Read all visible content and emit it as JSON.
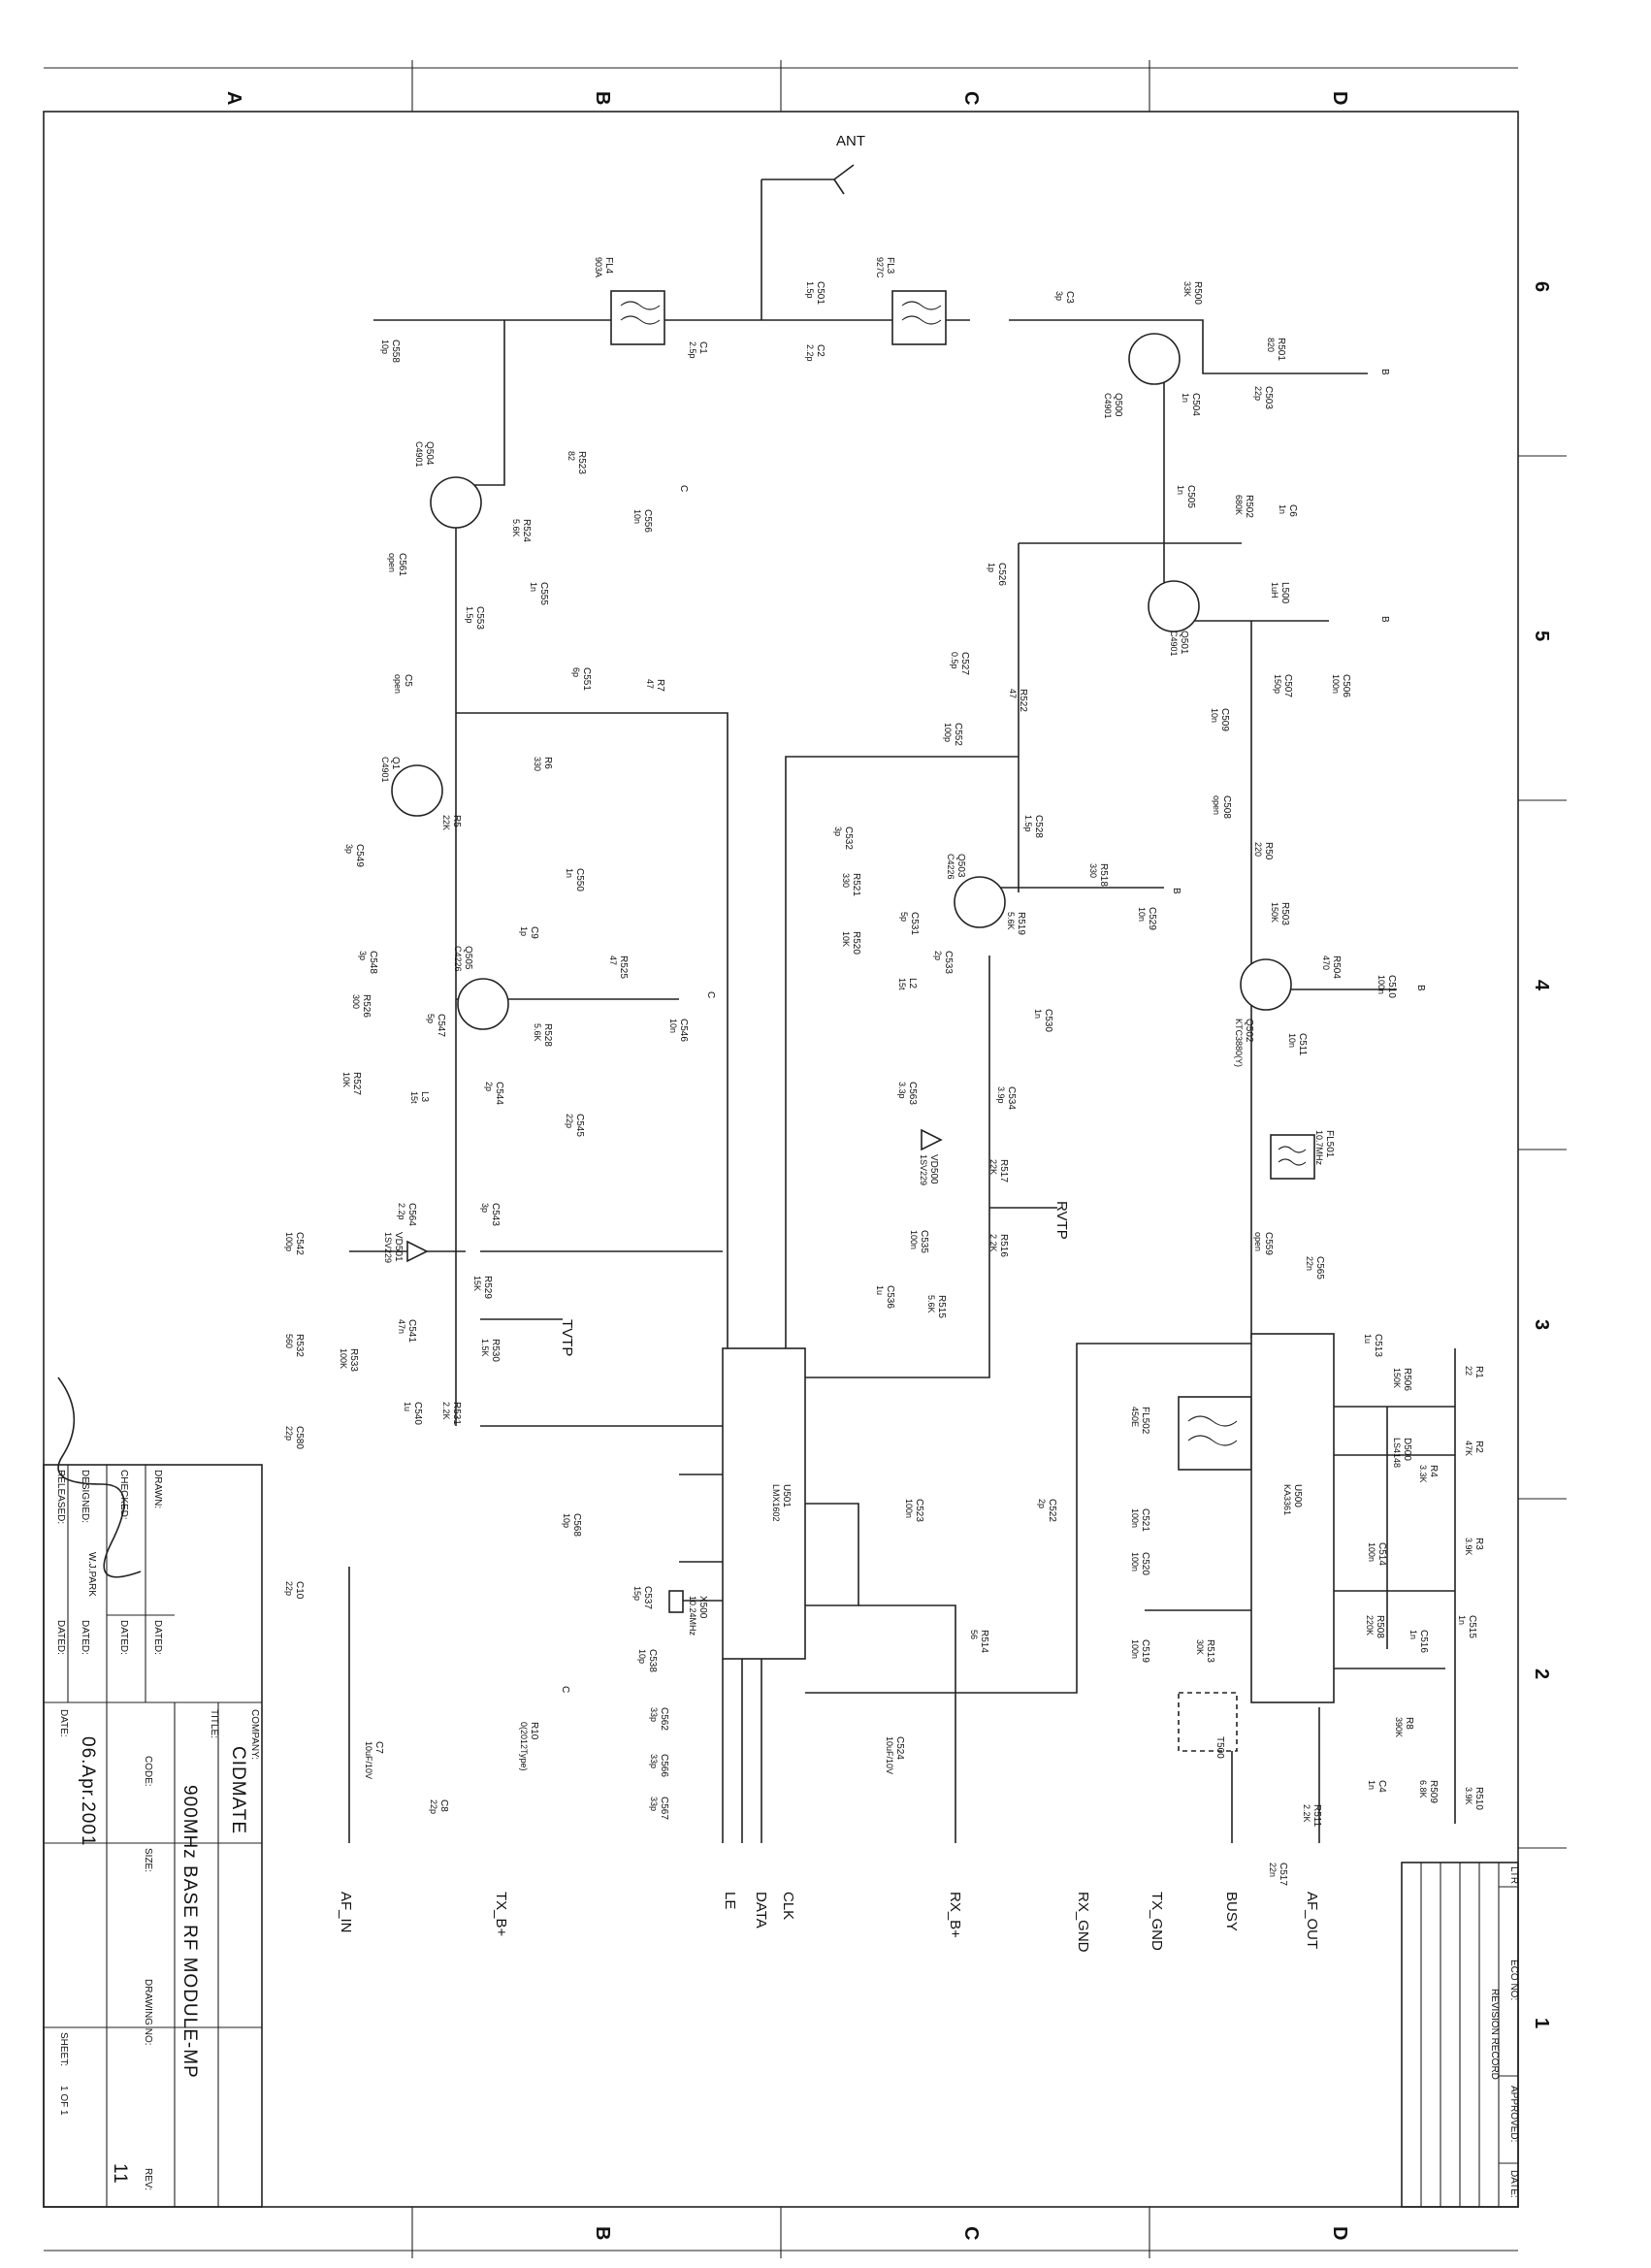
{
  "zones": {
    "letters": [
      "A",
      "B",
      "C",
      "D"
    ],
    "numbers": [
      "6",
      "5",
      "4",
      "3",
      "2",
      "1"
    ]
  },
  "antenna": "ANT",
  "components": [
    {
      "ref": "FL4",
      "value": "903A"
    },
    {
      "ref": "FL3",
      "value": "927C"
    },
    {
      "ref": "C1",
      "value": "2.5p"
    },
    {
      "ref": "C501",
      "value": "1.5p"
    },
    {
      "ref": "C2",
      "value": "2.2p"
    },
    {
      "ref": "C3",
      "value": "3p"
    },
    {
      "ref": "R500",
      "value": "33K"
    },
    {
      "ref": "R501",
      "value": "820"
    },
    {
      "ref": "C503",
      "value": "22p"
    },
    {
      "ref": "Q500",
      "value": "C4901"
    },
    {
      "ref": "C504",
      "value": "1n"
    },
    {
      "ref": "C505",
      "value": "1n"
    },
    {
      "ref": "R502",
      "value": "680K"
    },
    {
      "ref": "C6",
      "value": "1n"
    },
    {
      "ref": "Q501",
      "value": "C4901"
    },
    {
      "ref": "L500",
      "value": "1uH"
    },
    {
      "ref": "C507",
      "value": "150p"
    },
    {
      "ref": "C506",
      "value": "100n"
    },
    {
      "ref": "C509",
      "value": "10n"
    },
    {
      "ref": "C508",
      "value": "open"
    },
    {
      "ref": "R50",
      "value": "220"
    },
    {
      "ref": "R503",
      "value": "150K"
    },
    {
      "ref": "Q502",
      "value": "KTC3880(Y)"
    },
    {
      "ref": "R504",
      "value": "470"
    },
    {
      "ref": "C510",
      "value": "100n"
    },
    {
      "ref": "C511",
      "value": "10n"
    },
    {
      "ref": "FL501",
      "value": "10.7MHz"
    },
    {
      "ref": "C559",
      "value": "open"
    },
    {
      "ref": "C565",
      "value": "22n"
    },
    {
      "ref": "C558",
      "value": "10p"
    },
    {
      "ref": "Q504",
      "value": "C4901"
    },
    {
      "ref": "R523",
      "value": "82"
    },
    {
      "ref": "C556",
      "value": "10n"
    },
    {
      "ref": "R524",
      "value": "5.6K"
    },
    {
      "ref": "C561",
      "value": "open"
    },
    {
      "ref": "C555",
      "value": "1n"
    },
    {
      "ref": "C553",
      "value": "1.5p"
    },
    {
      "ref": "C5",
      "value": "open"
    },
    {
      "ref": "C551",
      "value": "6p"
    },
    {
      "ref": "R7",
      "value": "47"
    },
    {
      "ref": "Q1",
      "value": "C4901"
    },
    {
      "ref": "R6",
      "value": "330"
    },
    {
      "ref": "R5",
      "value": "22K"
    },
    {
      "ref": "C550",
      "value": "1n"
    },
    {
      "ref": "C549",
      "value": "3p"
    },
    {
      "ref": "C9",
      "value": "1p"
    },
    {
      "ref": "C548",
      "value": "3p"
    },
    {
      "ref": "Q505",
      "value": "C4226"
    },
    {
      "ref": "R526",
      "value": "300"
    },
    {
      "ref": "C547",
      "value": "5p"
    },
    {
      "ref": "R525",
      "value": "47"
    },
    {
      "ref": "C546",
      "value": "10n"
    },
    {
      "ref": "R528",
      "value": "5.6K"
    },
    {
      "ref": "R527",
      "value": "10K"
    },
    {
      "ref": "L3",
      "value": "15t"
    },
    {
      "ref": "C544",
      "value": "2p"
    },
    {
      "ref": "C545",
      "value": "22p"
    },
    {
      "ref": "C564",
      "value": "2.2p"
    },
    {
      "ref": "C543",
      "value": "3p"
    },
    {
      "ref": "VD501",
      "value": "1SV229"
    },
    {
      "ref": "C542",
      "value": "100p"
    },
    {
      "ref": "R529",
      "value": "15K"
    },
    {
      "ref": "C541",
      "value": "47n"
    },
    {
      "ref": "R530",
      "value": "1.5K"
    },
    {
      "ref": "R532",
      "value": "560"
    },
    {
      "ref": "R533",
      "value": "100K"
    },
    {
      "ref": "C540",
      "value": "1u"
    },
    {
      "ref": "R531",
      "value": "2.2K"
    },
    {
      "ref": "C580",
      "value": "22p"
    },
    {
      "ref": "C10",
      "value": "22p"
    },
    {
      "ref": "C526",
      "value": "1p"
    },
    {
      "ref": "C527",
      "value": "0.5p"
    },
    {
      "ref": "R522",
      "value": "47"
    },
    {
      "ref": "C552",
      "value": "100p"
    },
    {
      "ref": "C528",
      "value": "1.5p"
    },
    {
      "ref": "C532",
      "value": "3p"
    },
    {
      "ref": "Q503",
      "value": "C4226"
    },
    {
      "ref": "R518",
      "value": "330"
    },
    {
      "ref": "C529",
      "value": "10n"
    },
    {
      "ref": "R521",
      "value": "330"
    },
    {
      "ref": "C531",
      "value": "5p"
    },
    {
      "ref": "R519",
      "value": "5.6K"
    },
    {
      "ref": "R520",
      "value": "10K"
    },
    {
      "ref": "C533",
      "value": "2p"
    },
    {
      "ref": "L2",
      "value": "15t"
    },
    {
      "ref": "C530",
      "value": "1n"
    },
    {
      "ref": "C563",
      "value": "3.3p"
    },
    {
      "ref": "C534",
      "value": "3.9p"
    },
    {
      "ref": "VD500",
      "value": "1SV229"
    },
    {
      "ref": "R517",
      "value": "22K"
    },
    {
      "ref": "C535",
      "value": "100n"
    },
    {
      "ref": "R516",
      "value": "2.2K"
    },
    {
      "ref": "C536",
      "value": "1u"
    },
    {
      "ref": "R515",
      "value": "5.6K"
    },
    {
      "ref": "U501",
      "value": "LMX1602"
    },
    {
      "ref": "C568",
      "value": "10p"
    },
    {
      "ref": "X500",
      "value": "10.24MHz"
    },
    {
      "ref": "C537",
      "value": "15p"
    },
    {
      "ref": "C538",
      "value": "10p"
    },
    {
      "ref": "C523",
      "value": "100n"
    },
    {
      "ref": "R514",
      "value": "56"
    },
    {
      "ref": "C522",
      "value": "2p"
    },
    {
      "ref": "C562",
      "value": "33p"
    },
    {
      "ref": "C566",
      "value": "33p"
    },
    {
      "ref": "C567",
      "value": "33p"
    },
    {
      "ref": "C524",
      "value": "10uF/10V"
    },
    {
      "ref": "R10",
      "value": "0(2012Type)"
    },
    {
      "ref": "C7",
      "value": "10uF/10V"
    },
    {
      "ref": "C8",
      "value": "22p"
    },
    {
      "ref": "U500",
      "value": "KA3361"
    },
    {
      "ref": "FL502",
      "value": "450E"
    },
    {
      "ref": "C513",
      "value": "1u"
    },
    {
      "ref": "R506",
      "value": "150K"
    },
    {
      "ref": "R1",
      "value": "22"
    },
    {
      "ref": "D500",
      "value": "LS4148"
    },
    {
      "ref": "R2",
      "value": "47K"
    },
    {
      "ref": "R4",
      "value": "3.3K"
    },
    {
      "ref": "C521",
      "value": "100n"
    },
    {
      "ref": "C520",
      "value": "100n"
    },
    {
      "ref": "C514",
      "value": "100n"
    },
    {
      "ref": "R3",
      "value": "3.9K"
    },
    {
      "ref": "C519",
      "value": "100n"
    },
    {
      "ref": "R513",
      "value": "30K"
    },
    {
      "ref": "C515",
      "value": "1n"
    },
    {
      "ref": "C516",
      "value": "1n"
    },
    {
      "ref": "R508",
      "value": "220K"
    },
    {
      "ref": "R8",
      "value": "390K"
    },
    {
      "ref": "T500",
      "value": ""
    },
    {
      "ref": "C4",
      "value": "1n"
    },
    {
      "ref": "R509",
      "value": "6.8K"
    },
    {
      "ref": "R510",
      "value": "3.9K"
    },
    {
      "ref": "R511",
      "value": "2.2K"
    },
    {
      "ref": "C517",
      "value": "22n"
    }
  ],
  "nets": {
    "tvtp": "TVTP",
    "rvtp": "RVTP",
    "port_b": "B",
    "port_c": "C"
  },
  "io_signals": [
    "AF_IN",
    "TX_B+",
    "LE",
    "DATA",
    "CLK",
    "RX_B+",
    "RX_GND",
    "TX_GND",
    "BUSY",
    "AF_OUT"
  ],
  "title_block": {
    "company_label": "COMPANY:",
    "company": "CIDMATE",
    "title_label": "TITLE:",
    "title": "900MHz BASE RF MODULE-MP",
    "code_label": "CODE:",
    "size_label": "SIZE:",
    "drawing_no_label": "DRAWING NO:",
    "rev_label": "REV:",
    "rev": "11",
    "date_label": "DATE:",
    "date": "06.Apr.2001",
    "sheet_label": "SHEET:",
    "sheet": "1 OF 1",
    "drawn_label": "DRAWN:",
    "checked_label": "CHECKED:",
    "designed_label": "DESIGNED:",
    "released_label": "RELEASED:",
    "dated_label": "DATED:",
    "designer": "W.J.PARK"
  },
  "revision_record": {
    "title": "REVISION RECORD",
    "headers": [
      "LTR",
      "ECO NO:",
      "APPROVED:",
      "DATE:"
    ]
  }
}
